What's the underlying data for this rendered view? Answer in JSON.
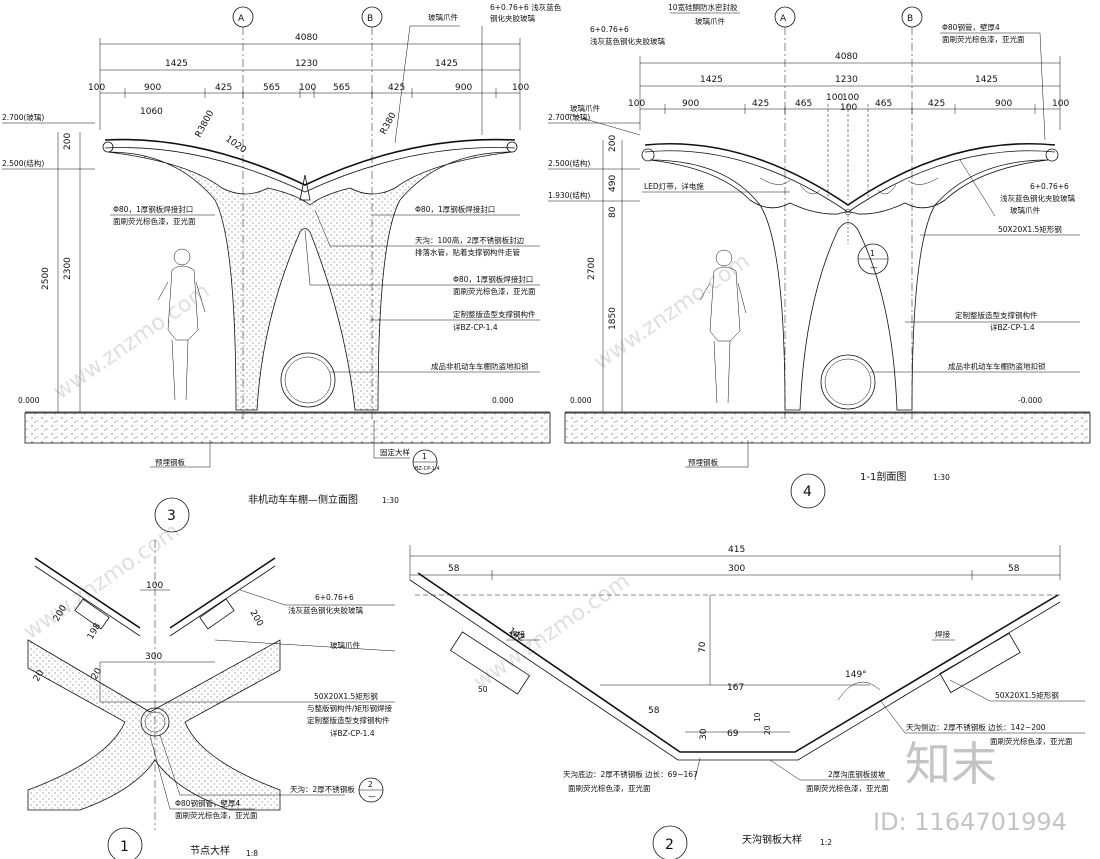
{
  "grid_labels": [
    "A",
    "B"
  ],
  "view3": {
    "number": "3",
    "title": "非机动车车棚—侧立面图",
    "scale": "1:30",
    "dims_top": [
      "4080"
    ],
    "dims_mid": [
      "1425",
      "1230",
      "1425"
    ],
    "dims_low": [
      "100",
      "900",
      "425",
      "565",
      "100",
      "565",
      "425",
      "900",
      "100"
    ],
    "dims_left": [
      "200",
      "2300",
      "2500"
    ],
    "arc_labels": [
      "1060",
      "R3800",
      "1020",
      "R380"
    ],
    "levels": [
      "2.700(玻璃)",
      "2.500(结构)",
      "0.000",
      "0.000"
    ],
    "notes": [
      "玻璃爪件",
      "6+0.76+6 浅灰蓝色",
      "钢化夹胶玻璃",
      "Φ80，1厚钢板焊接封口",
      "面刷荧光棕色漆，亚光面",
      "Φ80，1厚钢板焊接封口",
      "天沟：100高，2厚不锈钢板封边",
      "排落水管，贴着支撑钢构件走管",
      "Φ80，1厚钢板焊接封口",
      "面刷荧光棕色漆，亚光面",
      "定制整版造型支撑钢构件",
      "详BZ-CP-1.4",
      "成品非机动车车棚防盗地扣锁",
      "预埋钢板",
      "固定大样"
    ],
    "callout": {
      "top": "1",
      "bottom": "BZ-CP-1.4"
    }
  },
  "view4": {
    "number": "4",
    "title": "1-1剖面图",
    "scale": "1:30",
    "dims_top": [
      "4080"
    ],
    "dims_mid": [
      "1425",
      "1230",
      "1425"
    ],
    "dims_low": [
      "100",
      "900",
      "425",
      "465",
      "100",
      "100",
      "100",
      "465",
      "425",
      "900",
      "100"
    ],
    "dims_left": [
      "200",
      "490",
      "80",
      "2700",
      "1850"
    ],
    "levels": [
      "2.700(玻璃)",
      "2.500(结构)",
      "1.930(结构)",
      "0.000",
      "-0.000"
    ],
    "notes": [
      "6+0.76+6",
      "浅灰蓝色钢化夹胶玻璃",
      "10宽硅酮防水密封胶",
      "玻璃爪件",
      "Φ80钢管，壁厚4",
      "面刷荧光棕色漆，亚光面",
      "玻璃爪件",
      "LED灯带，详电施",
      "6+0.76+6",
      "浅灰蓝色钢化夹胶玻璃",
      "玻璃爪件",
      "50X20X1.5矩形钢",
      "定制整版造型支撑钢构件",
      "详BZ-CP-1.4",
      "成品非机动车车棚防盗地扣锁",
      "预埋钢板"
    ],
    "callout": {
      "top": "1",
      "bottom": "—"
    }
  },
  "view1": {
    "number": "1",
    "title": "节点大样",
    "scale": "1:8",
    "dims": [
      "100",
      "200",
      "200",
      "198",
      "300",
      "20",
      "20"
    ],
    "notes": [
      "6+0.76+6",
      "浅灰蓝色钢化夹胶玻璃",
      "玻璃爪件",
      "50X20X1.5矩形钢",
      "与整版钢构件/矩形钢焊接",
      "定制整版造型支撑钢构件",
      "详BZ-CP-1.4",
      "天沟：2厚不锈钢板",
      "Φ80钢钢管，壁厚4",
      "面刷荧光棕色漆，亚光面"
    ],
    "callout": {
      "top": "2",
      "bottom": "—"
    }
  },
  "view2": {
    "number": "2",
    "title": "天沟钢板大样",
    "scale": "1:2",
    "dims": [
      "415",
      "58",
      "300",
      "58",
      "142",
      "70",
      "167",
      "58",
      "30",
      "69",
      "149°",
      "20",
      "50",
      "10"
    ],
    "notes": [
      "焊接",
      "焊接",
      "50X20X1.5矩形钢",
      "天沟侧边：2厚不锈钢板 边长：142~200",
      "面刷荧光棕色漆，亚光面",
      "天沟底边：2厚不锈钢板 边长：69~167",
      "面刷荧光棕色漆，亚光面",
      "2厚沟底钢板拔坡",
      "面刷荧光棕色漆，亚光面"
    ]
  },
  "watermark": {
    "text": "www.znzmo.com",
    "brand_glyphs": "知末",
    "brand_id": "ID: 1164701994"
  }
}
